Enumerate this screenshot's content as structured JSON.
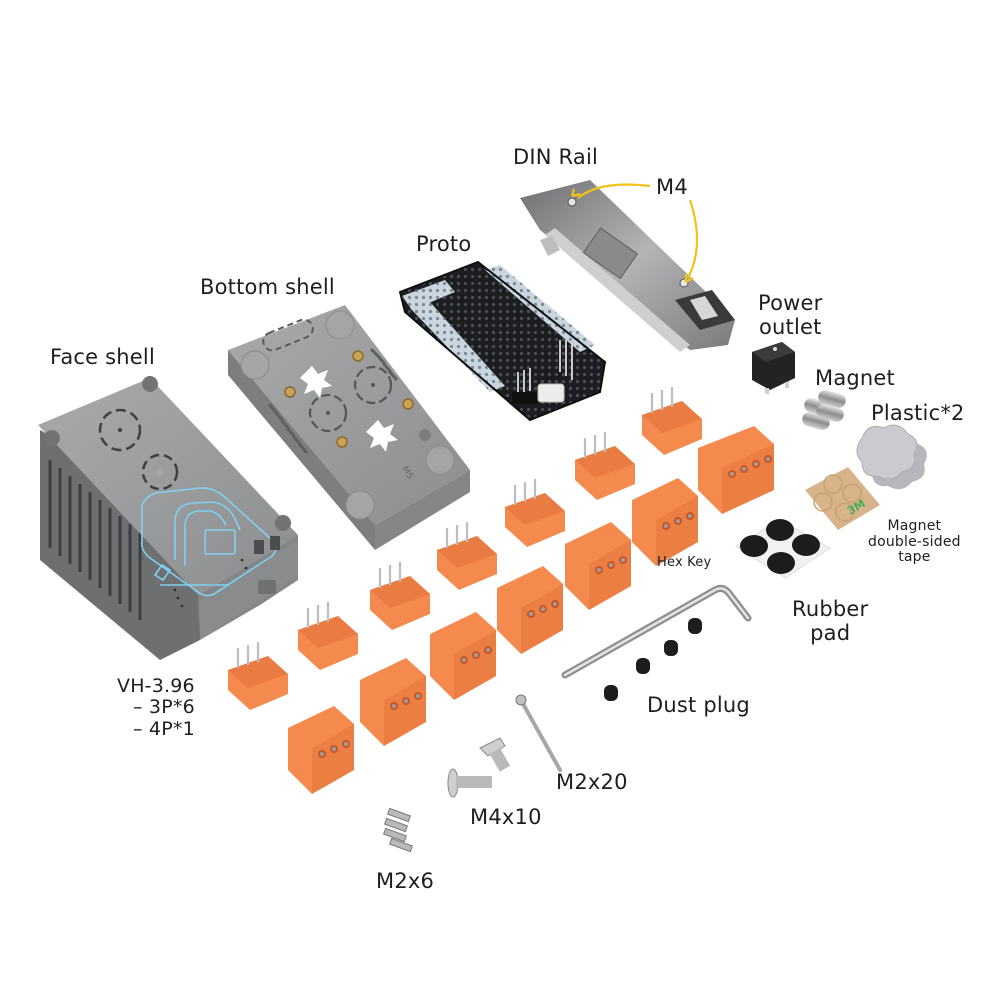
{
  "labels": {
    "din_rail": "DIN Rail",
    "m4_screw": "M4",
    "proto": "Proto",
    "bottom_shell": "Bottom shell",
    "face_shell": "Face shell",
    "power_outlet": [
      "Power",
      "outlet"
    ],
    "magnet": "Magnet",
    "plastic": "Plastic*2",
    "magnet_tape": [
      "Magnet",
      "double-sided",
      "tape"
    ],
    "hex_key": "Hex Key",
    "rubber_pad": [
      "Rubber",
      "pad"
    ],
    "dust_plug": "Dust plug",
    "vh_connector": [
      "VH-3.96",
      "– 3P*6",
      "– 4P*1"
    ],
    "m2x20": "M2x20",
    "m4x10": "M4x10",
    "m2x6": "M2x6"
  },
  "product_marks": {
    "shell_logo": "M5",
    "tape_brand": "3M"
  },
  "colors": {
    "shell_gray": "#9a9b9d",
    "shell_dark": "#7d7e80",
    "connector_orange": "#f58a4e",
    "connector_orange_dark": "#e07038",
    "pcb_black": "#1b1d20",
    "pcb_light": "#c9d6df",
    "steel": "#b9b9bb",
    "callout_yellow": "#f2c316",
    "outline_blue": "#7fd0f2",
    "brass": "#c9a257"
  }
}
